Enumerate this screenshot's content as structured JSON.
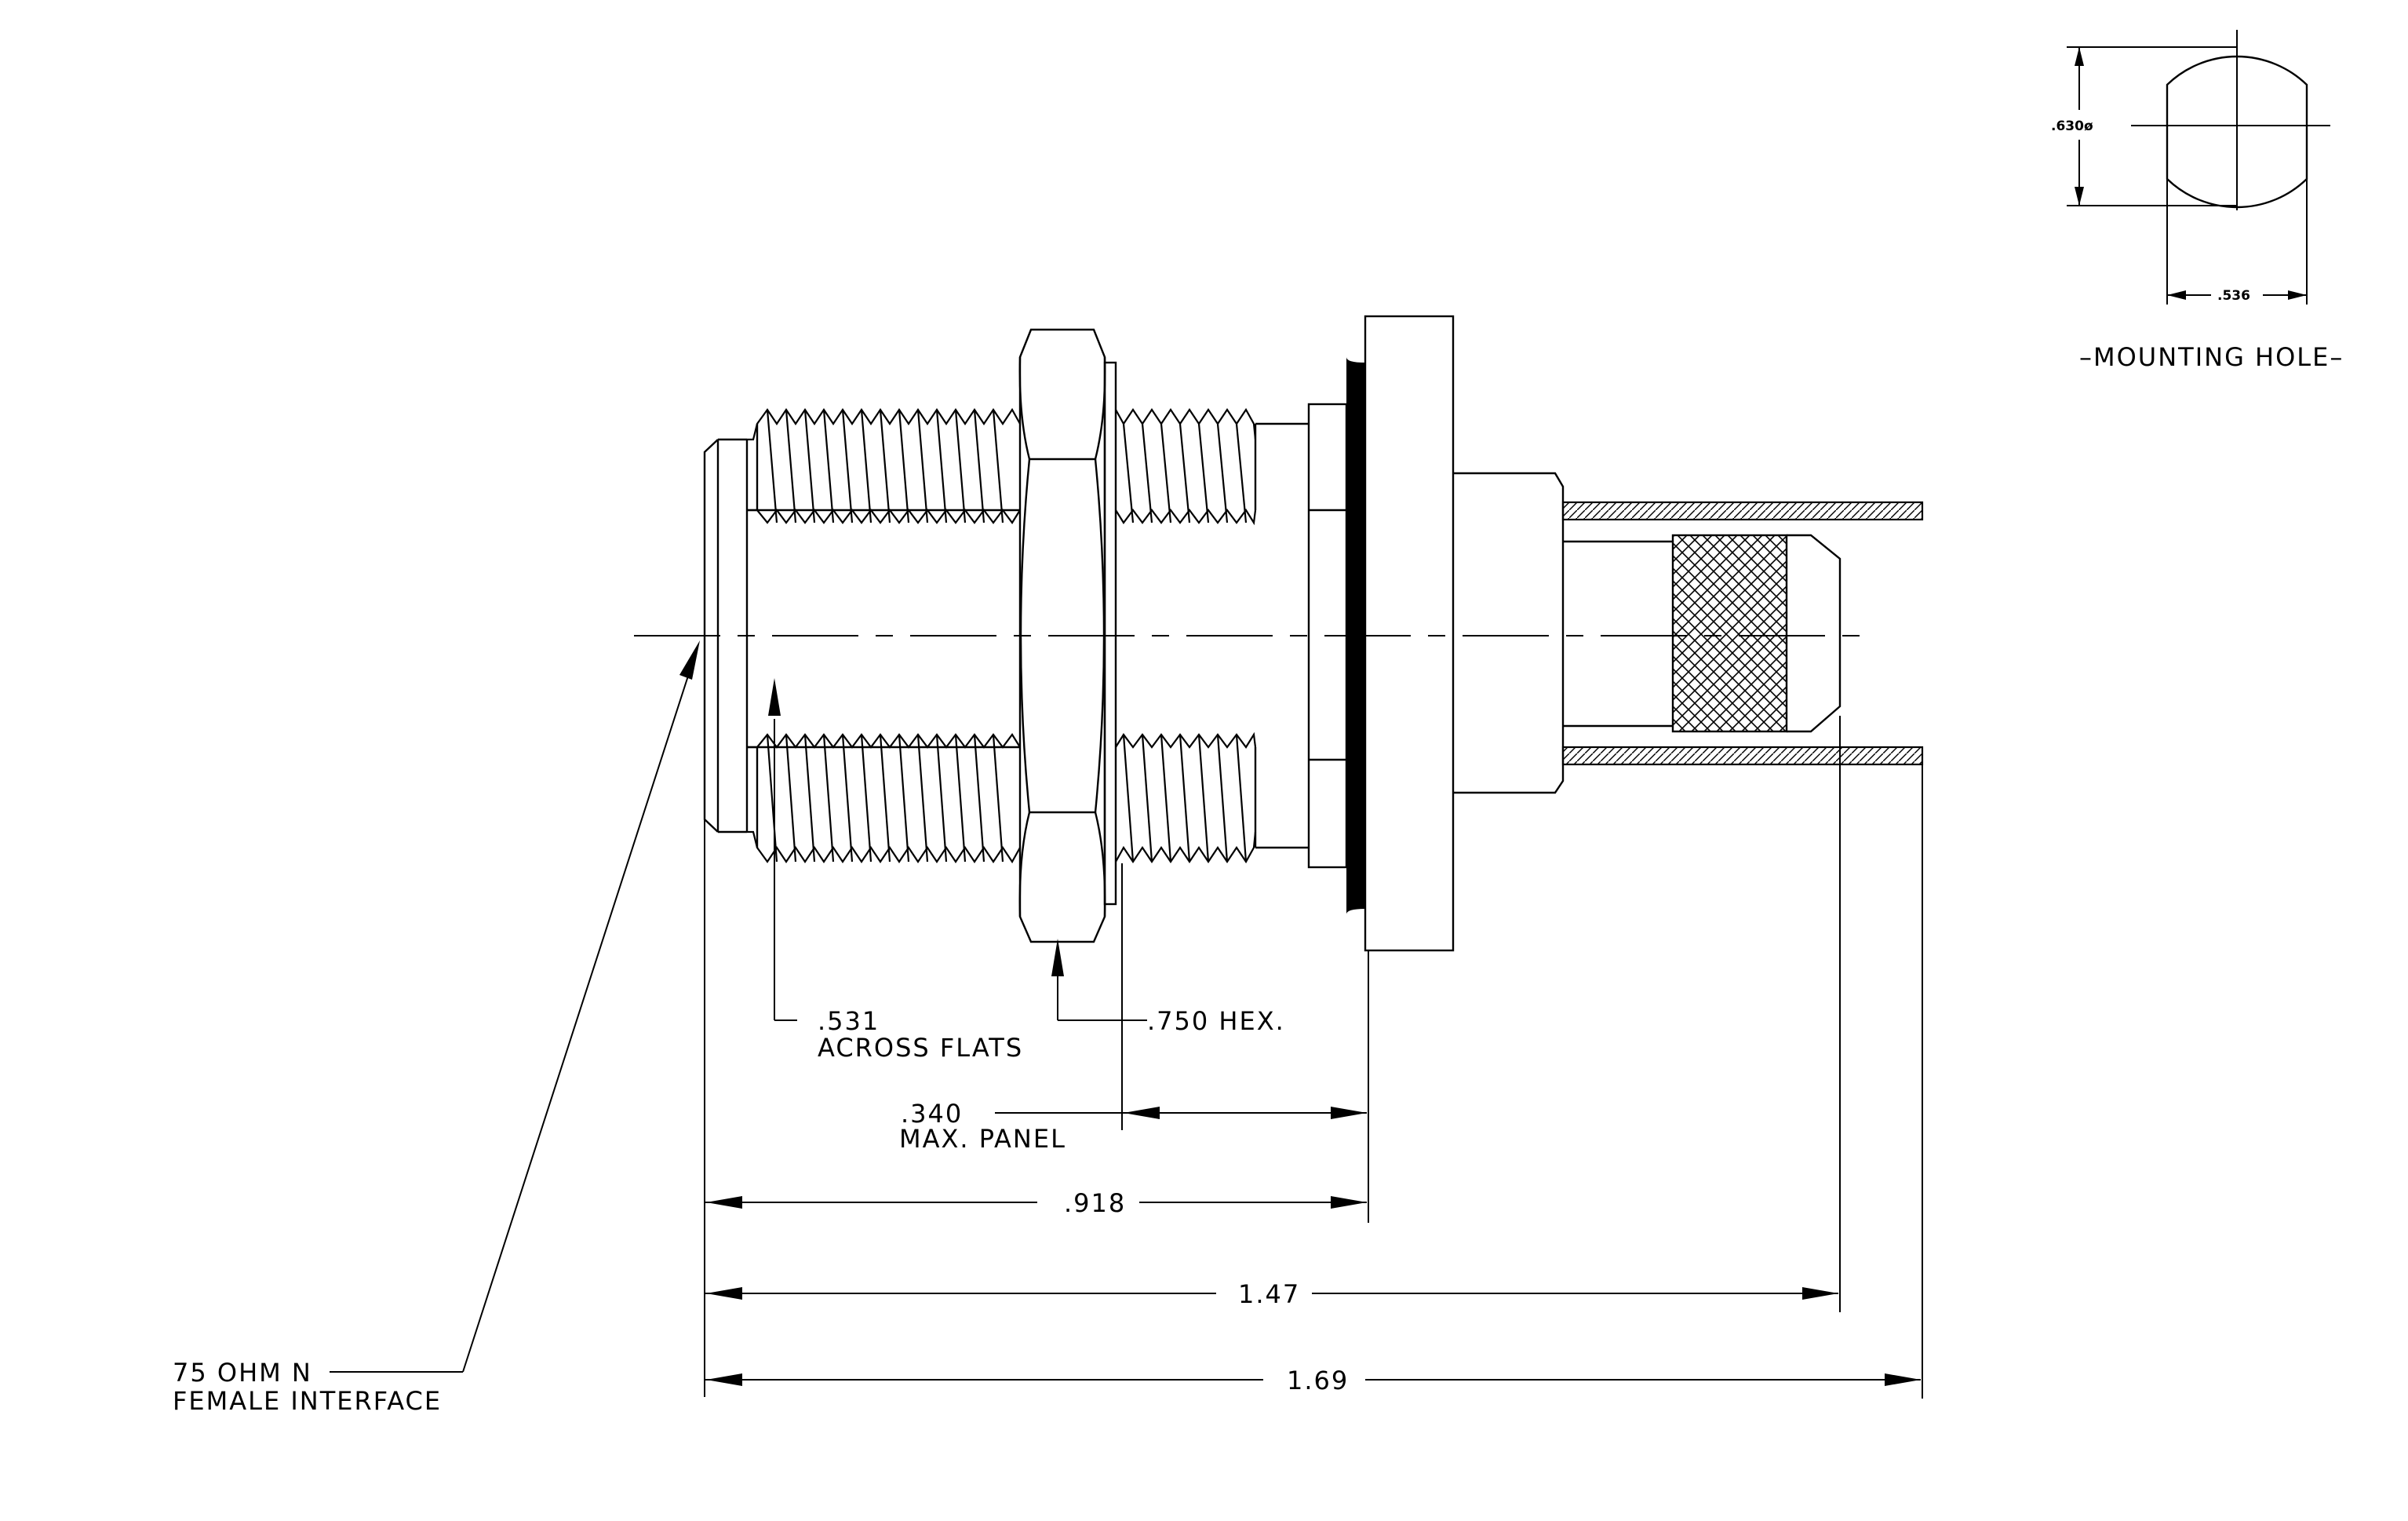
{
  "diagram": {
    "labels": {
      "interface_line1": "75 OHM N",
      "interface_line2": "FEMALE INTERFACE",
      "across_flats_value": ".531",
      "across_flats_text": "ACROSS FLATS",
      "hex": ".750 HEX.",
      "panel_value": ".340",
      "panel_text": "MAX. PANEL",
      "dim_918": ".918",
      "dim_147": "1.47",
      "dim_169": "1.69",
      "hole_dia": ".630ø",
      "hole_flat": ".536",
      "mounting_hole": "–MOUNTING HOLE–"
    }
  }
}
